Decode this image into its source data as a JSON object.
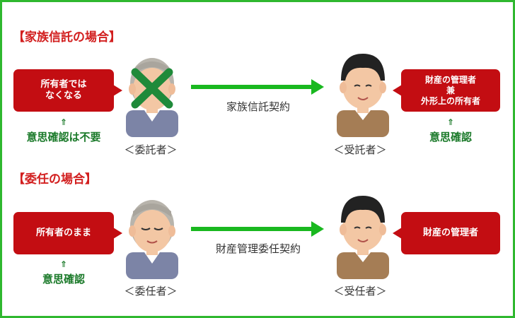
{
  "section1": {
    "heading": "【家族信託の場合】",
    "left_bubble": [
      "所有者では",
      "なくなる"
    ],
    "left_note": "意思確認は不要",
    "left_caption": "＜委託者＞",
    "flow_label": "家族信託契約",
    "right_caption": "＜受託者＞",
    "right_bubble": [
      "財産の管理者",
      "兼",
      "外形上の所有者"
    ],
    "right_note": "意思確認"
  },
  "section2": {
    "heading": "【委任の場合】",
    "left_bubble": [
      "所有者のまま"
    ],
    "left_note": "意思確認",
    "left_caption": "＜委任者＞",
    "flow_label": "財産管理委任契約",
    "right_caption": "＜受任者＞",
    "right_bubble": [
      "財産の管理者"
    ]
  },
  "arrow_glyph": "⇑",
  "colors": {
    "frame": "#2fb82f",
    "bubble": "#c30d12",
    "heading": "#d21f1f",
    "note": "#1b7a2a",
    "flow": "#19b81f",
    "cross": "#1f8a3a"
  }
}
